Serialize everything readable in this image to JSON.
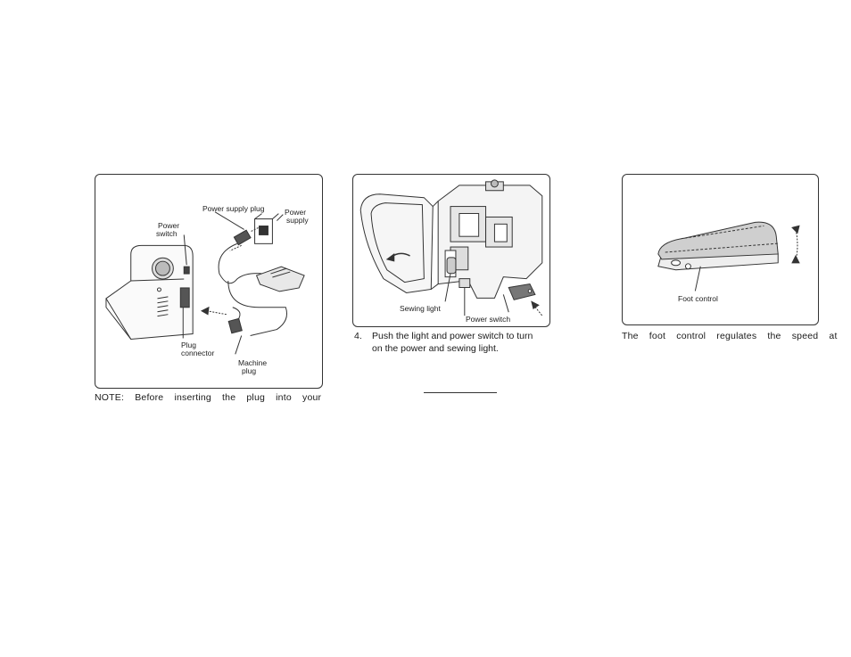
{
  "figures": {
    "power_connection": {
      "labels": {
        "power_supply_plug": "Power supply plug",
        "power_supply_line1": "Power",
        "power_supply_line2": "supply",
        "power_switch_line1": "Power",
        "power_switch_line2": "switch",
        "plug_connector_line1": "Plug",
        "plug_connector_line2": "connector",
        "machine_plug_line1": "Machine",
        "machine_plug_line2": "plug"
      }
    },
    "light_switch": {
      "labels": {
        "sewing_light": "Sewing light",
        "power_switch": "Power switch"
      }
    },
    "foot_control": {
      "labels": {
        "foot_control": "Foot control"
      }
    }
  },
  "text": {
    "note": "NOTE:  Before inserting the plug into your",
    "step_number": "4.",
    "step_line1": "Push the light and power switch to turn",
    "step_line2": "on the power and sewing light.",
    "foot_control": "The foot control regulates the speed at"
  }
}
